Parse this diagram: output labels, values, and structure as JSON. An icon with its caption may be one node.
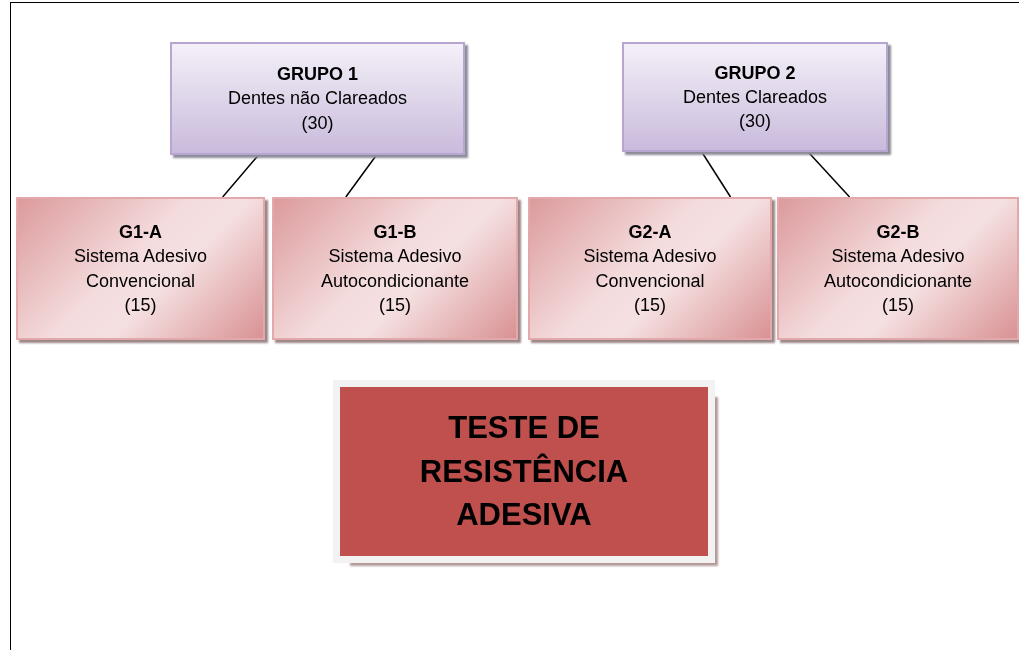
{
  "diagram": {
    "nodes": [
      {
        "text": [
          "GRUPO 1",
          "Dentes não Clareados",
          "(30)"
        ]
      },
      {
        "text": [
          "GRUPO 2",
          "Dentes Clareados",
          "(30)"
        ]
      },
      {
        "text": [
          "G1-A",
          "Sistema Adesivo Convencional",
          "(15)"
        ]
      },
      {
        "text": [
          "G1-B",
          "Sistema Adesivo Autocondicionante",
          "(15)"
        ]
      },
      {
        "text": [
          "G2-A",
          "Sistema Adesivo Convencional",
          "(15)"
        ]
      },
      {
        "text": [
          "G2-B",
          "Sistema Adesivo Autocondicionante",
          "(15)"
        ]
      },
      {
        "text": [
          "TESTE DE RESISTÊNCIA ADESIVA"
        ]
      }
    ],
    "edges": [
      {
        "from": 0,
        "to": 2,
        "arrow": "none"
      },
      {
        "from": 0,
        "to": 3,
        "arrow": "none"
      },
      {
        "from": 1,
        "to": 4,
        "arrow": "none"
      },
      {
        "from": 1,
        "to": 5,
        "arrow": "none"
      }
    ]
  }
}
